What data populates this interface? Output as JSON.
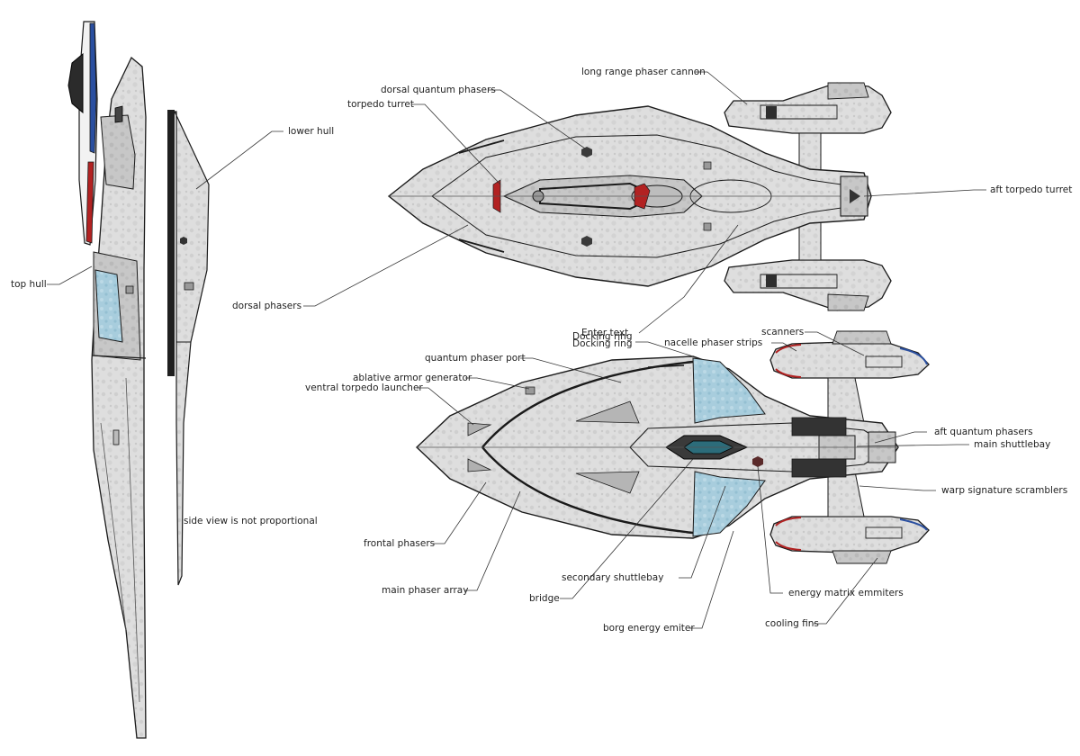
{
  "labels": {
    "lower_hull": "lower hull",
    "top_hull": "top hull",
    "dorsal_phasers": "dorsal  phasers",
    "dorsal_quantum_phasers": "dorsal quantum phasers",
    "torpedo_turret": "torpedo turret",
    "long_range_phaser_cannon": "long range phaser cannon",
    "aft_torpedo_turret": "aft torpedo turret",
    "enter_text": "Enter text",
    "docking_ring_1": "Docking ring",
    "docking_ring_2": "Docking ring",
    "quantum_phaser_port": "quantum phaser port",
    "nacelle_phaser_strips": "nacelle phaser strips",
    "scanners": "scanners",
    "ablative_armor_generator": "ablative armor generator",
    "ventral_torpedo_launcher": "ventral torpedo  launcher",
    "aft_quantum_phasers": "aft quantum phasers",
    "main_shuttlebay": "main shuttlebay",
    "warp_signature_scramblers": "warp signature scramblers",
    "frontal_phasers": "frontal phasers",
    "main_phaser_array": "main phaser array",
    "secondary_shuttlebay": "secondary shuttlebay",
    "bridge": "bridge",
    "energy_matrix_emmiters": "energy matrix emmiters",
    "borg_energy_emiter": "borg energy emiter",
    "cooling_fins": "cooling fins"
  },
  "note": "side view is not proportional",
  "colors": {
    "hull": "#dcdcdc",
    "hull_dark": "#a9a9a9",
    "outline": "#1a1a1a",
    "window_blue": "#9fc6d8",
    "accent_red": "#b22222",
    "accent_blue": "#2a4fa0",
    "leader": "#333333"
  }
}
